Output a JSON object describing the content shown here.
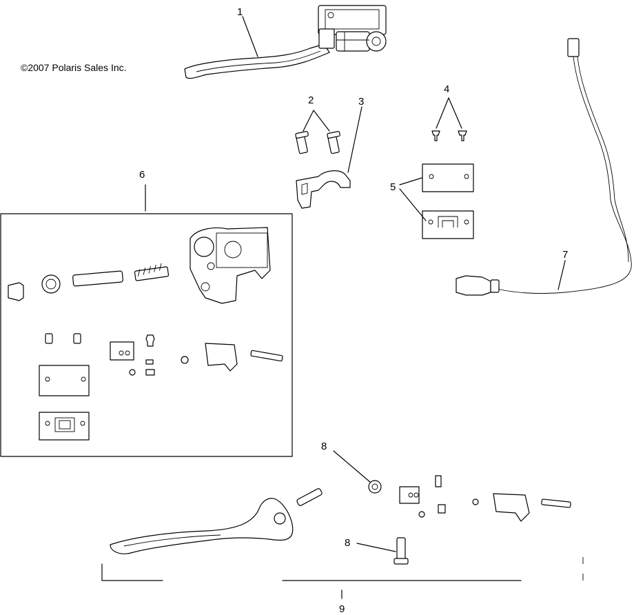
{
  "copyright": "©2007 Polaris Sales Inc.",
  "callouts": {
    "c1": "1",
    "c2": "2",
    "c3": "3",
    "c4": "4",
    "c5": "5",
    "c6": "6",
    "c7": "7",
    "c8a": "8",
    "c8b": "8",
    "c9": "9"
  }
}
